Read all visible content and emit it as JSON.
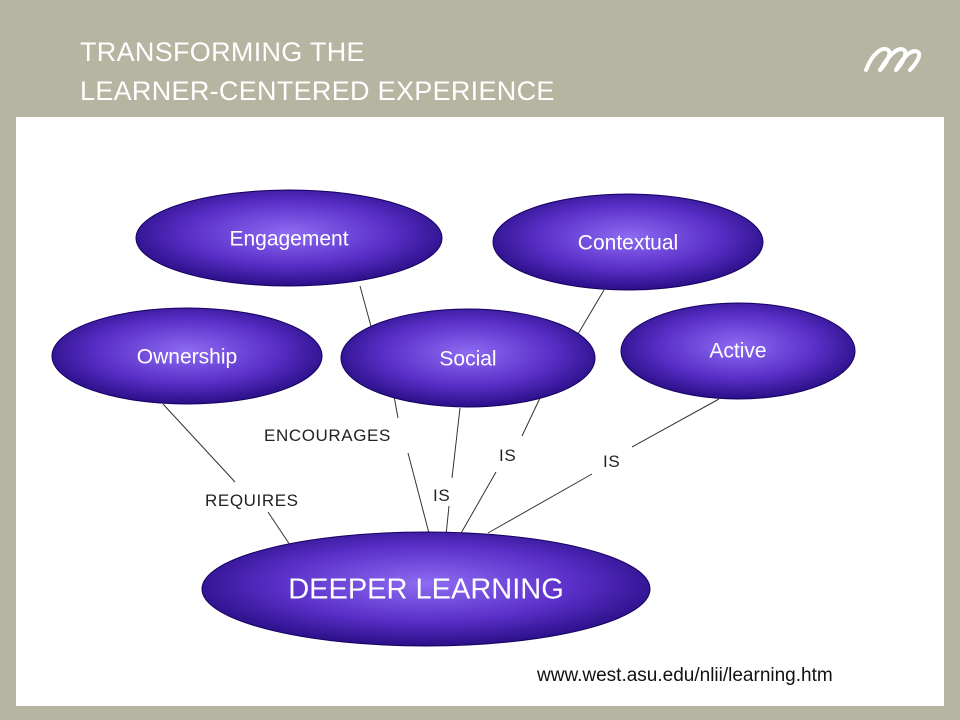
{
  "header": {
    "title_line1": "TRANSFORMING THE",
    "title_line2": "LEARNER-CENTERED EXPERIENCE",
    "logo_icon": "asu-mark-icon"
  },
  "diagram": {
    "nodes": {
      "engagement": "Engagement",
      "contextual": "Contextual",
      "ownership": "Ownership",
      "social": "Social",
      "active": "Active",
      "deeper_learning": "DEEPER LEARNING"
    },
    "edges": {
      "ownership": "REQUIRES",
      "engagement": "ENCOURAGES",
      "social": "IS",
      "contextual": "IS",
      "active": "IS"
    }
  },
  "footer": {
    "source_url": "www.west.asu.edu/nlii/learning.htm"
  },
  "colors": {
    "background": "#b6b5a2",
    "node_center": "#8a66ee",
    "node_edge": "#1c0070"
  }
}
